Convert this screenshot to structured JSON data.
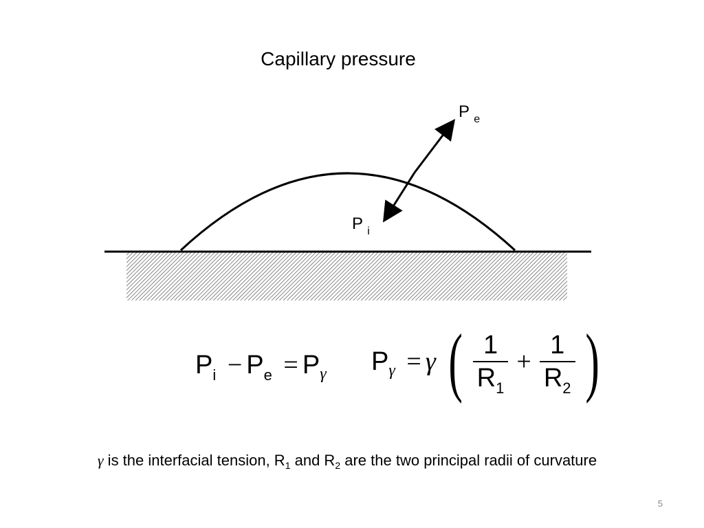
{
  "title": "Capillary pressure",
  "labels": {
    "pe_main": "P",
    "pe_sub": "e",
    "pi_main": "P",
    "pi_sub": "i"
  },
  "equation1": {
    "p1": "P",
    "p1_sub": "i",
    "minus": "−",
    "p2": "P",
    "p2_sub": "e",
    "equals": "=",
    "p3": "P",
    "p3_sub": "γ"
  },
  "equation2": {
    "lhs": "P",
    "lhs_sub": "γ",
    "equals": "=",
    "gamma": "γ",
    "num1": "1",
    "den1": "R",
    "den1_sub": "1",
    "plus": "+",
    "num2": "1",
    "den2": "R",
    "den2_sub": "2"
  },
  "caption": {
    "gamma": "γ",
    "text1": " is the interfacial tension, R",
    "sub1": "1",
    "text2": " and R",
    "sub2": "2",
    "text3": " are the two principal radii of curvature"
  },
  "page_number": "5"
}
